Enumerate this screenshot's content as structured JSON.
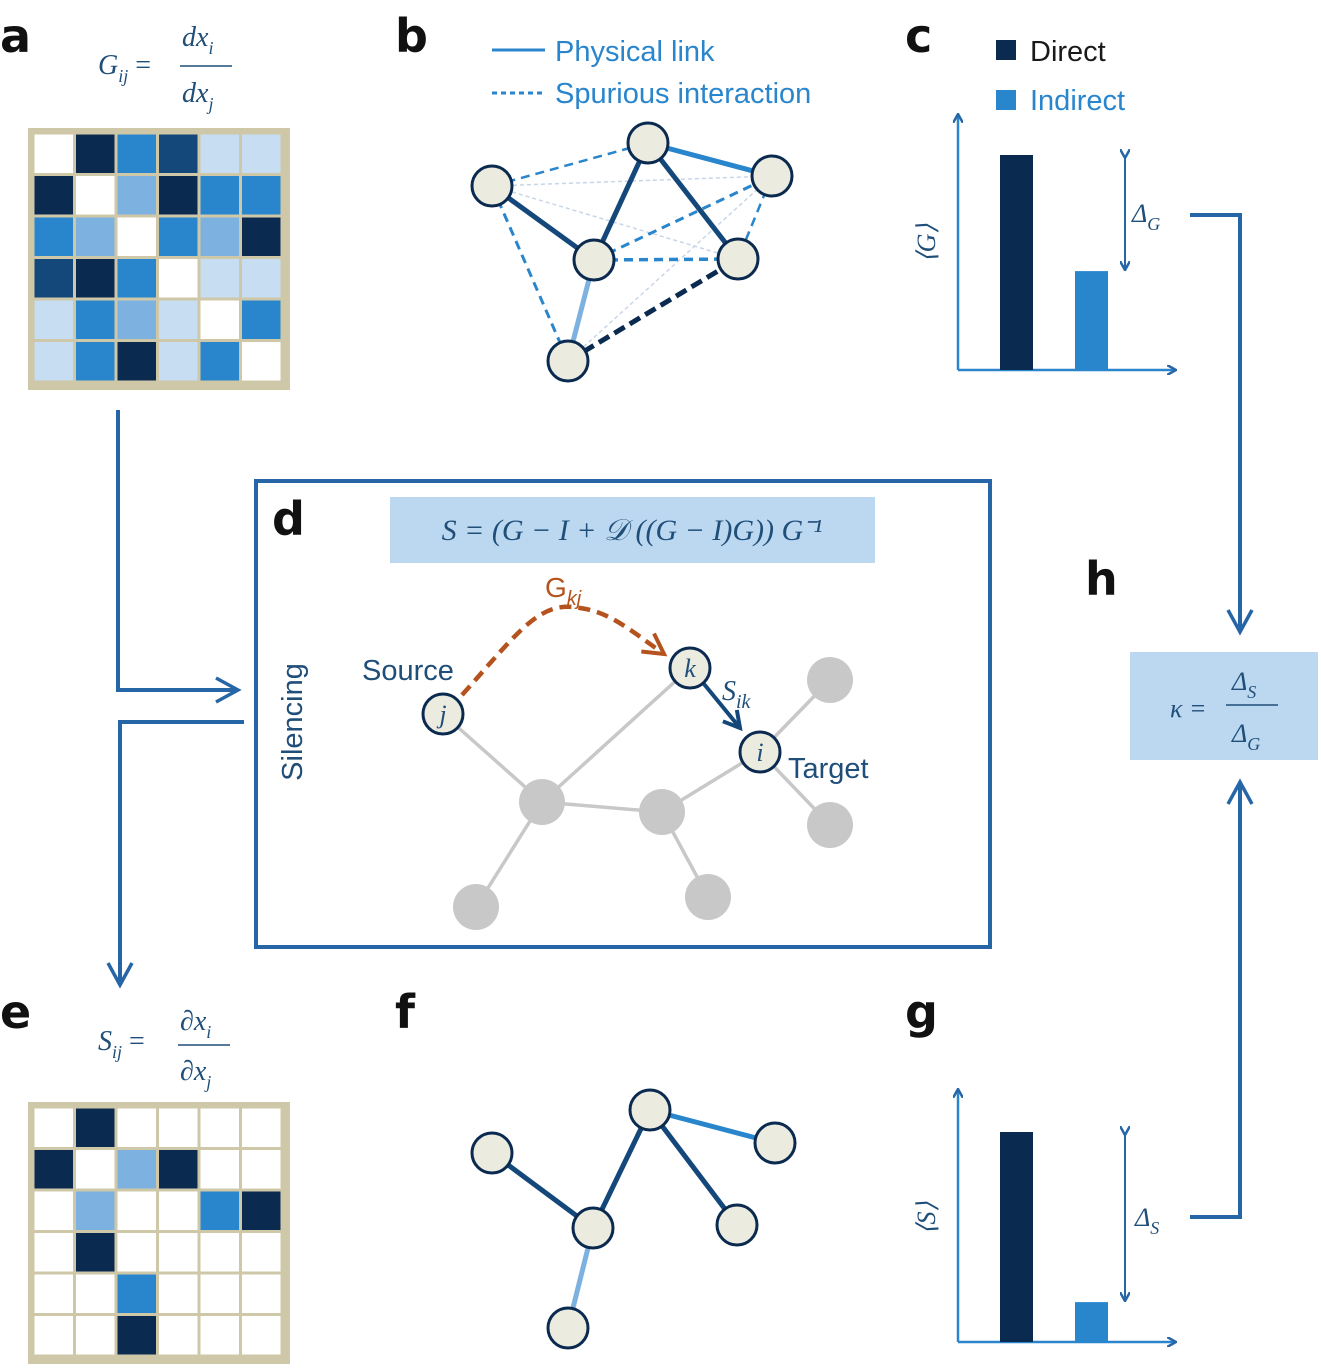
{
  "panels": {
    "a": "a",
    "b": "b",
    "c": "c",
    "d": "d",
    "e": "e",
    "f": "f",
    "g": "g",
    "h": "h"
  },
  "colors": {
    "navy": "#0b2a4f",
    "dark": "#14477a",
    "blue": "#2a86cc",
    "mid": "#7db2e0",
    "light": "#c6ddf2",
    "frame": "#cfc8a8",
    "node": "#ecebe0",
    "gray": "#c8c8c8",
    "orange": "#b5531e",
    "box": "#bcd8f0",
    "line": "#2666a6"
  },
  "panel_a": {
    "formula_lhs": "G",
    "formula_sub": "ij",
    "formula_num": "dx",
    "formula_num_sub": "i",
    "formula_den": "dx",
    "formula_den_sub": "j",
    "matrix": [
      [
        0,
        5,
        3,
        4,
        1,
        1
      ],
      [
        5,
        0,
        2,
        5,
        3,
        3
      ],
      [
        3,
        2,
        0,
        3,
        2,
        5
      ],
      [
        4,
        5,
        3,
        0,
        1,
        1
      ],
      [
        1,
        3,
        2,
        1,
        0,
        3
      ],
      [
        1,
        3,
        5,
        1,
        3,
        0
      ]
    ]
  },
  "panel_b": {
    "legend": [
      {
        "label": "Physical link",
        "style": "solid"
      },
      {
        "label": "Spurious interaction",
        "style": "dashed"
      }
    ]
  },
  "panel_c": {
    "legend": [
      {
        "label": "Direct",
        "color": "#0b2a4f"
      },
      {
        "label": "Indirect",
        "color": "#2a86cc"
      }
    ],
    "ylabel": "⟨G⟩",
    "delta": "Δ",
    "delta_sub": "G",
    "values": {
      "direct": 1.0,
      "indirect": 0.46
    }
  },
  "panel_d": {
    "formula": "S = (G − I + 𝒟 ((G − I)G)) G⁻¹",
    "side_label": "Silencing",
    "gkj": "G",
    "gkj_sub": "kj",
    "sik": "S",
    "sik_sub": "ik",
    "source": "Source",
    "target": "Target",
    "node_j": "j",
    "node_k": "k",
    "node_i": "i"
  },
  "panel_e": {
    "formula_lhs": "S",
    "formula_sub": "ij",
    "formula_num": "∂x",
    "formula_num_sub": "i",
    "formula_den": "∂x",
    "formula_den_sub": "j",
    "matrix": [
      [
        0,
        5,
        0,
        0,
        0,
        0
      ],
      [
        5,
        0,
        2,
        5,
        0,
        0
      ],
      [
        0,
        2,
        0,
        0,
        3,
        5
      ],
      [
        0,
        5,
        0,
        0,
        0,
        0
      ],
      [
        0,
        0,
        3,
        0,
        0,
        0
      ],
      [
        0,
        0,
        5,
        0,
        0,
        0
      ]
    ]
  },
  "panel_g": {
    "ylabel": "⟨S⟩",
    "delta": "Δ",
    "delta_sub": "S",
    "values": {
      "direct": 1.0,
      "indirect": 0.19
    }
  },
  "panel_h": {
    "lhs": "κ =",
    "num": "Δ",
    "num_sub": "S",
    "den": "Δ",
    "den_sub": "G"
  }
}
